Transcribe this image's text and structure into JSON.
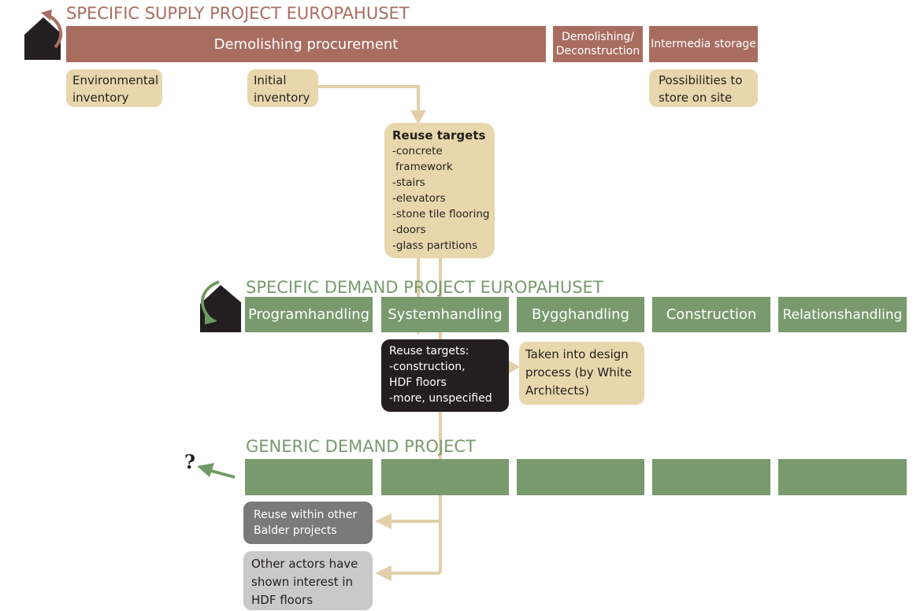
{
  "supply": {
    "title": "SPECIFIC SUPPLY PROJECT EUROPAHUSET",
    "color": "#a96d60",
    "phases": [
      "Demolishing procurement",
      "Demolishing/ Deconstruction",
      "Intermedia storage"
    ],
    "notes": {
      "environmental": [
        "Environmental",
        "inventory"
      ],
      "initial": [
        "Initial",
        "inventory"
      ],
      "storage": [
        "Possibilities to",
        "store on site"
      ]
    }
  },
  "reuse_targets": {
    "heading": "Reuse targets",
    "items": [
      "-concrete",
      " framework",
      "-stairs",
      "-elevators",
      "-stone tile flooring",
      "-doors",
      "-glass partitions"
    ]
  },
  "demand": {
    "title": "SPECIFIC DEMAND PROJECT EUROPAHUSET",
    "color": "#799a6e",
    "phases": [
      "Programhandling",
      "Systemhandling",
      "Bygghandling",
      "Construction",
      "Relationshandling"
    ],
    "dark_box": [
      "Reuse targets:",
      "-construction,",
      "HDF floors",
      "-more, unspecified"
    ],
    "design_box": [
      "Taken into design",
      "process (by White",
      "Architects)"
    ]
  },
  "generic": {
    "title": "GENERIC DEMAND PROJECT",
    "question_mark": "?",
    "grey_box": [
      "Reuse within other",
      "Balder projects"
    ],
    "light_box": [
      "Other actors have",
      "shown interest in",
      "HDF floors"
    ]
  },
  "colors": {
    "connector": "#e2cfa9",
    "note_fill": "#e8d7ad",
    "dark_fill": "#231f20",
    "arrow_green": "#6f9a66",
    "arrow_supply": "#a96d60"
  }
}
